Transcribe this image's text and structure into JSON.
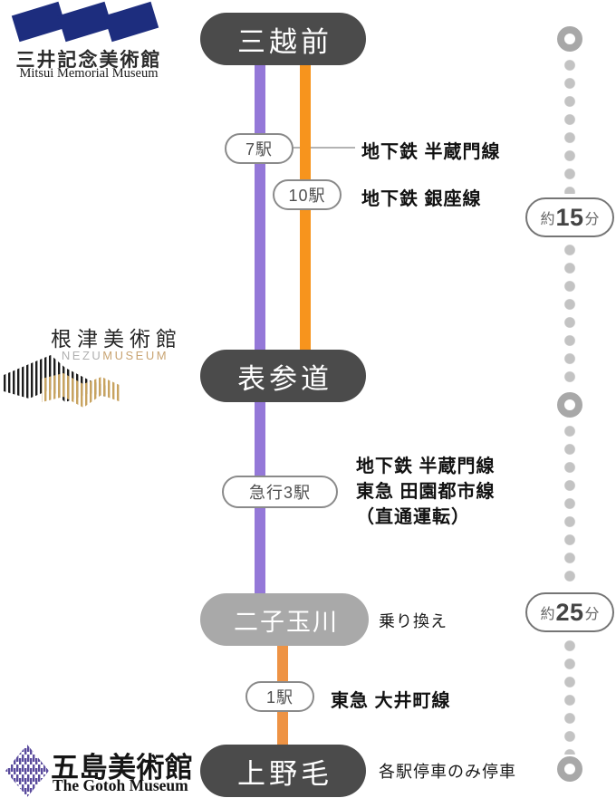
{
  "museums": {
    "mitsui": {
      "name_kanji": "三井記念美術館",
      "name_latin": "Mitsui Memorial Museum"
    },
    "nezu": {
      "name_kanji": "根津美術館",
      "latin_part1": "NEZU",
      "latin_part2": "MUSEUM"
    },
    "gotoh": {
      "name_kanji": "五島美術館",
      "name_latin": "The Gotoh Museum"
    }
  },
  "route": {
    "stations": [
      {
        "name": "三越前"
      },
      {
        "name": "表参道"
      },
      {
        "name": "二子玉川",
        "note": "乗り換え"
      },
      {
        "name": "上野毛",
        "note": "各駅停車のみ停車"
      }
    ],
    "legs": [
      {
        "stops_badge": "7駅",
        "line_name": "地下鉄 半蔵門線"
      },
      {
        "stops_badge": "10駅",
        "line_name": "地下鉄 銀座線"
      },
      {
        "stops_badge": "急行3駅",
        "line_name_1": "地下鉄 半蔵門線",
        "line_name_2": "東急 田園都市線",
        "line_name_3": "（直通運転）"
      },
      {
        "stops_badge": "1駅",
        "line_name": "東急 大井町線"
      }
    ]
  },
  "timeline": {
    "durations": [
      {
        "prefix": "約",
        "value": "15",
        "suffix": "分"
      },
      {
        "prefix": "約",
        "value": "25",
        "suffix": "分"
      }
    ]
  },
  "colors": {
    "hanzomon_line": "#9478d8",
    "ginza_line": "#f7941d",
    "oimachi_line": "#ee9344",
    "station_pill_dark": "#4b4b4b",
    "station_pill_light": "#a9a9a9",
    "timeline_gray": "#c3c3c3",
    "mitsui_blue": "#1d2d7e",
    "nezu_gold": "#c8a360",
    "gotoh_purple": "#5a4b9d"
  }
}
